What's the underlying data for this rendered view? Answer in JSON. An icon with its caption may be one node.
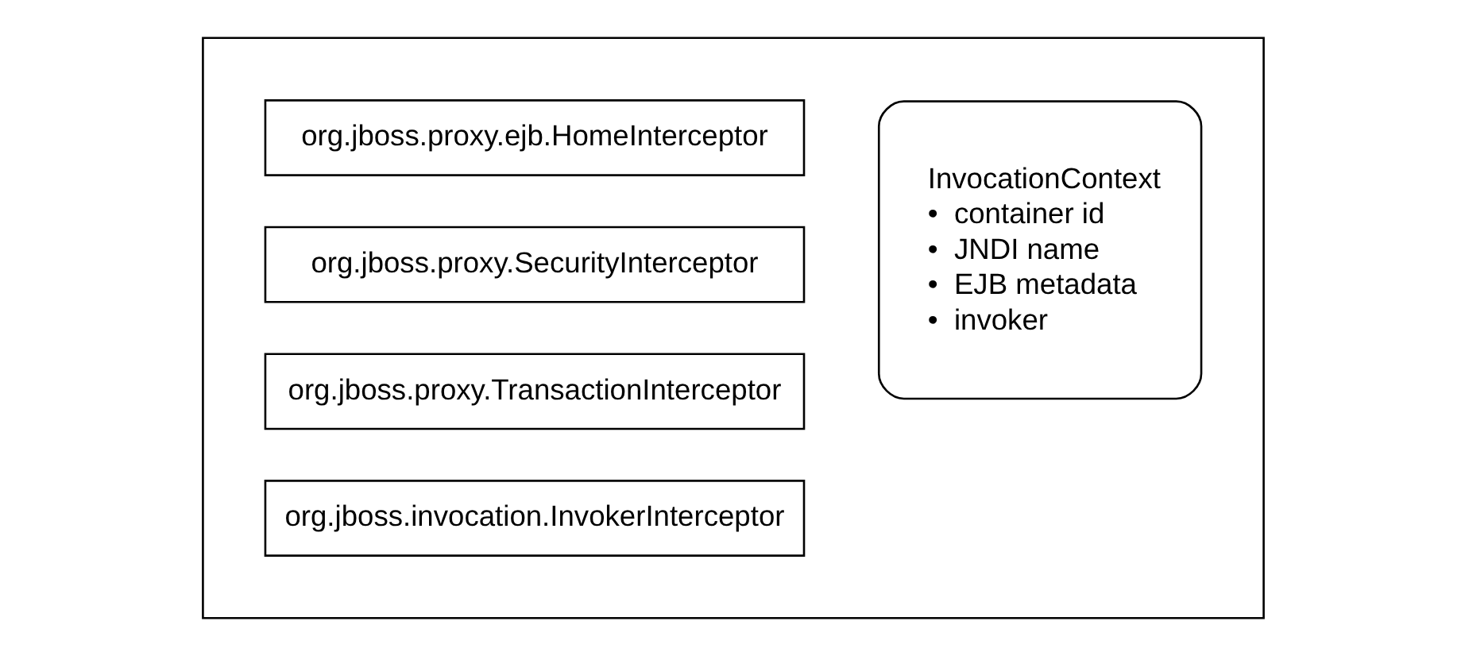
{
  "diagram": {
    "nodes": [
      {
        "text": [],
        "shape": "box"
      },
      {
        "text": [
          "org.jboss.proxy.ejb.HomeInterceptor"
        ],
        "in": 0
      },
      {
        "text": [
          "org.jboss.proxy.SecurityInterceptor"
        ],
        "in": 0
      },
      {
        "text": [
          "org.jboss.proxy.TransactionInterceptor"
        ],
        "in": 0
      },
      {
        "text": [
          "org.jboss.invocation.InvokerInterceptor"
        ],
        "in": 0
      },
      {
        "text": [
          "InvocationContext",
          "•  container id",
          "•  JNDI name",
          "•  EJB metadata",
          "•  invoker"
        ],
        "in": 0
      }
    ],
    "edges": []
  }
}
